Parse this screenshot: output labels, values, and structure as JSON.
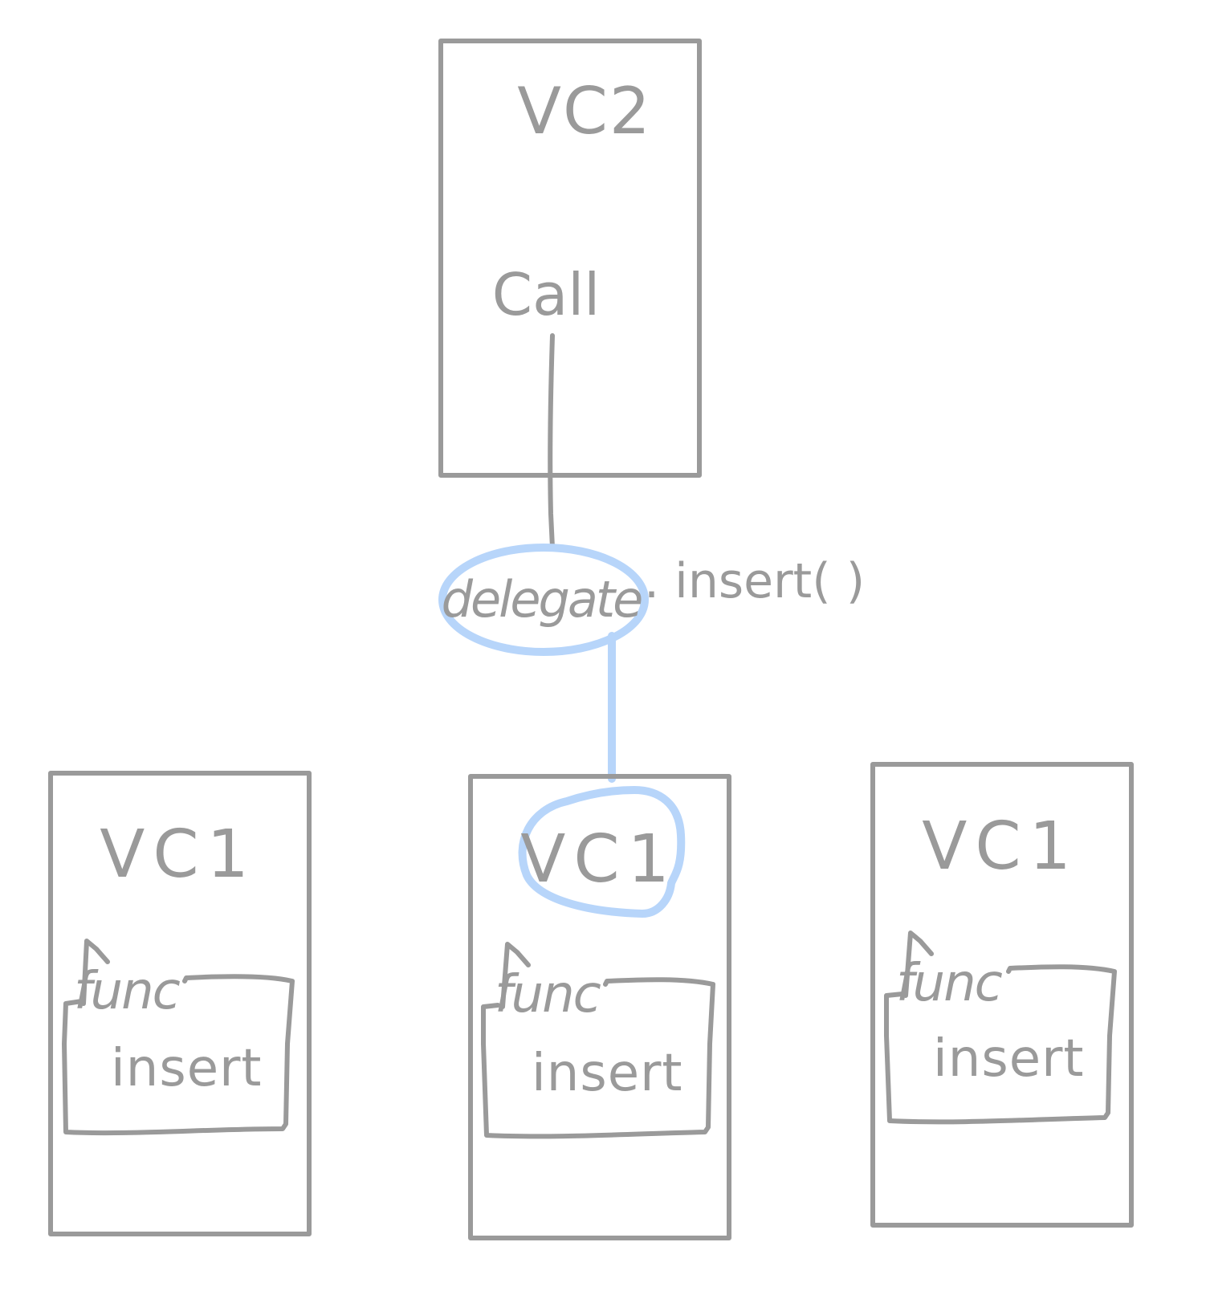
{
  "vc2": {
    "title": "VC2",
    "call_label": "Call"
  },
  "delegate": {
    "label": "delegate",
    "method": ". insert( )"
  },
  "vc1_boxes": [
    {
      "title": "VC1",
      "func_label": "func",
      "insert_label": "insert"
    },
    {
      "title": "VC1",
      "func_label": "func",
      "insert_label": "insert"
    },
    {
      "title": "VC1",
      "func_label": "func",
      "insert_label": "insert"
    }
  ],
  "colors": {
    "ink": "#9a9a9a",
    "highlight": "#b7d5fa",
    "background": "#ffffff"
  }
}
